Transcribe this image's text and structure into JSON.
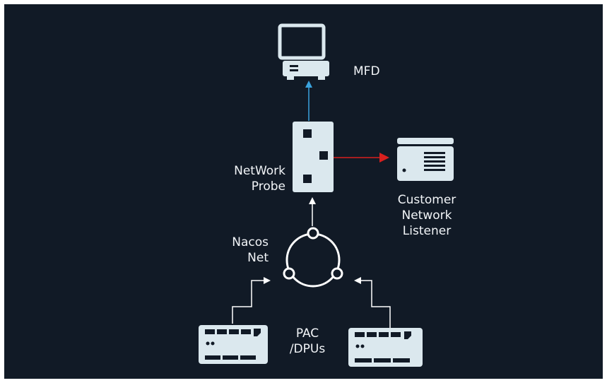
{
  "diagram": {
    "labels": {
      "mfd": "MFD",
      "network_probe_line1": "NetWork",
      "network_probe_line2": "Probe",
      "listener_line1": "Customer",
      "listener_line2": "Network",
      "listener_line3": "Listener",
      "nacos_line1": "Nacos",
      "nacos_line2": "Net",
      "pac_line1": "PAC",
      "pac_line2": "/DPUs"
    },
    "icons": [
      "display-icon",
      "probe-icon",
      "server-icon",
      "network-ring-icon",
      "device-module-icon"
    ],
    "colors": {
      "background": "#111a26",
      "node": "#dbe8ee",
      "link": "#ffffff",
      "link_mfd": "#3aa3de",
      "link_listener": "#d8201e"
    }
  }
}
